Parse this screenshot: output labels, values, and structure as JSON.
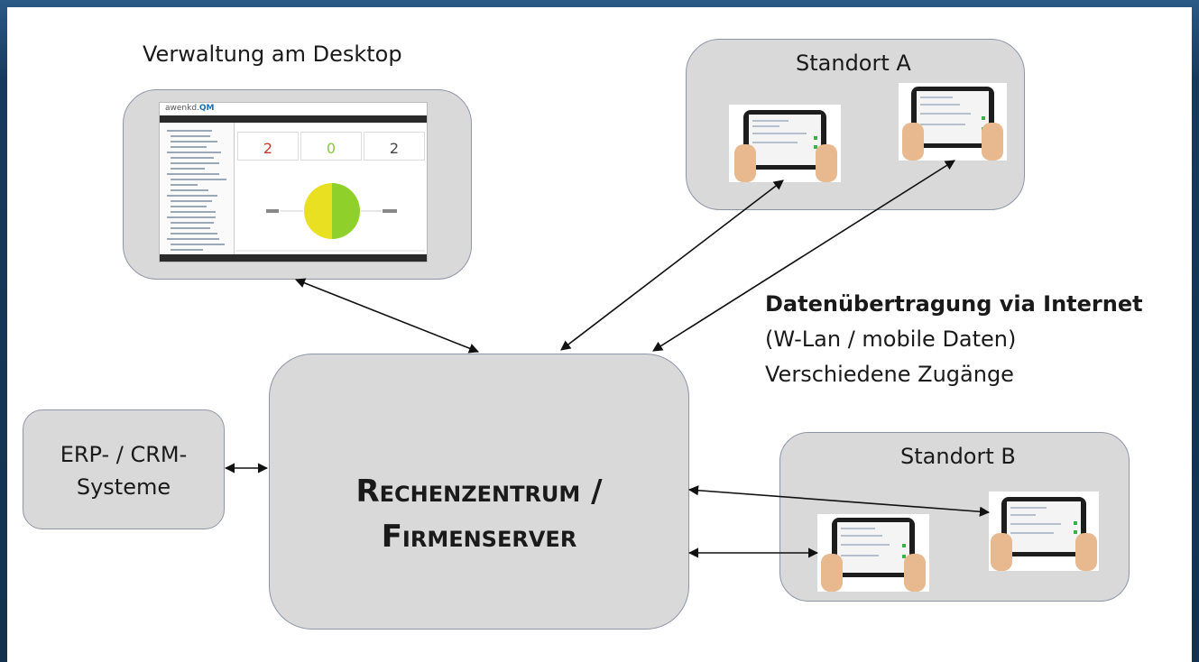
{
  "desktop": {
    "label": "Verwaltung am Desktop",
    "app": {
      "logo_prefix": "awenkd.",
      "logo_suffix": "QM",
      "kpis": [
        "2",
        "0",
        "2"
      ],
      "kpi_colors": [
        "#c0392b",
        "#8dc63f",
        "#444444"
      ],
      "pie_colors": [
        "#e8e020",
        "#8fd12a"
      ]
    }
  },
  "standort_a": {
    "label": "Standort A"
  },
  "standort_b": {
    "label": "Standort B"
  },
  "erp": {
    "line1": "ERP- / CRM-",
    "line2": "Systeme"
  },
  "center": {
    "line1": "Rechenzentrum /",
    "line2": "Firmenserver"
  },
  "info": {
    "title": "Datenübertragung via Internet",
    "line1": "(W-Lan / mobile Daten)",
    "line2": "Verschiedene Zugänge"
  },
  "colors": {
    "box_fill": "#d9d9d9",
    "box_border": "#8e96a6",
    "frame": "#17324f"
  }
}
